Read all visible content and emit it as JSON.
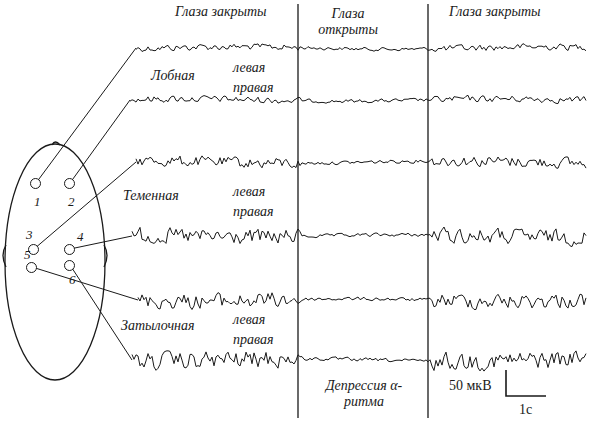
{
  "diagram": {
    "nodes": [
      {
        "text": [
          "1"
        ]
      },
      {
        "text": [
          "2"
        ]
      },
      {
        "text": [
          "3"
        ]
      },
      {
        "text": [
          "4"
        ]
      },
      {
        "text": [
          "5"
        ]
      },
      {
        "text": [
          "6"
        ]
      }
    ],
    "labels": [
      "Глаза закрыты",
      "Глаза открыты",
      "Глаза закрыты",
      "Лобная",
      "левая",
      "правая",
      "Теменная",
      "левая",
      "правая",
      "Затылочная",
      "левая",
      "правая",
      "Депрессия α-ритма",
      "50 мкВ",
      "1с"
    ]
  }
}
